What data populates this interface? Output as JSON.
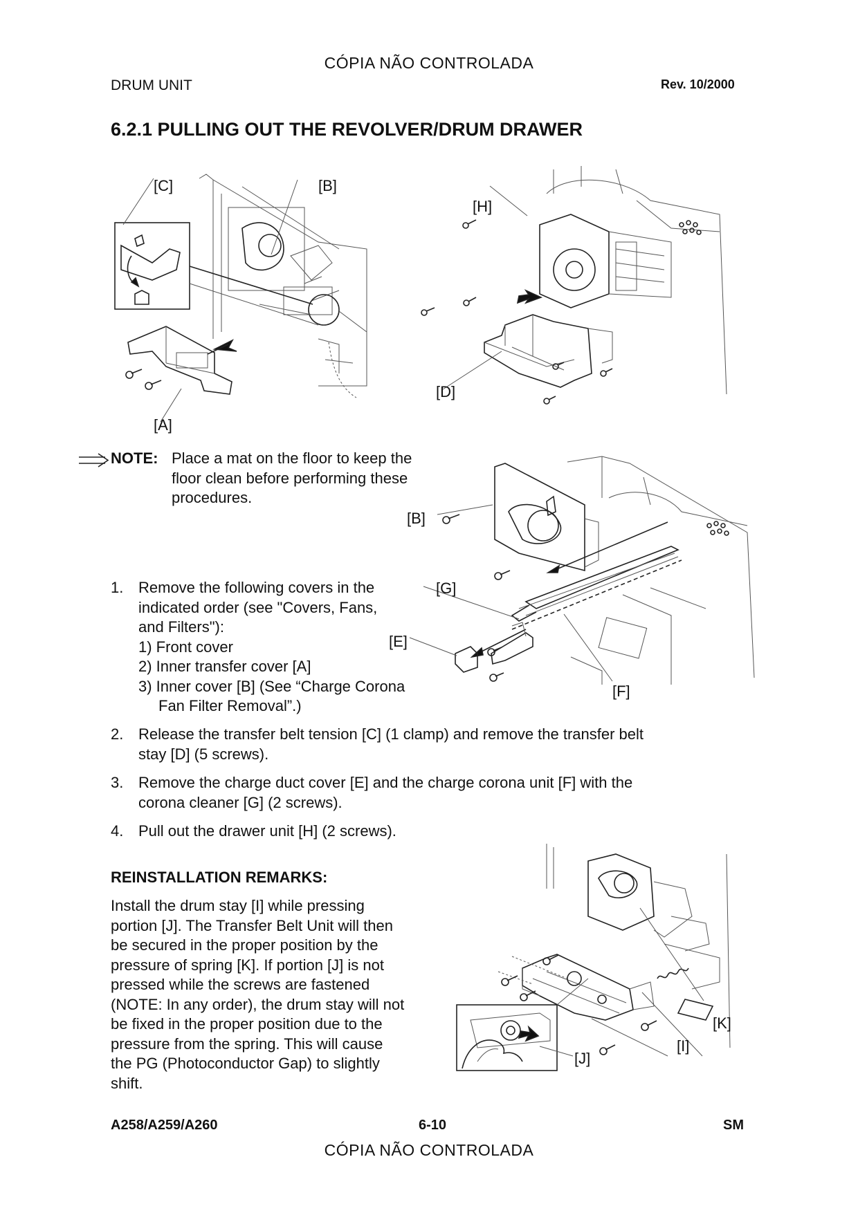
{
  "watermark": {
    "top": "CÓPIA NÃO CONTROLADA",
    "bottom": "CÓPIA NÃO CONTROLADA"
  },
  "header": {
    "section": "DRUM UNIT",
    "revision": "Rev. 10/2000"
  },
  "title": "6.2.1  PULLING OUT THE REVOLVER/DRUM DRAWER",
  "figure1": {
    "labels": {
      "c": "[C]",
      "b": "[B]",
      "a": "[A]"
    }
  },
  "figure2": {
    "labels": {
      "h": "[H]",
      "d": "[D]"
    }
  },
  "figure3": {
    "labels": {
      "b": "[B]",
      "g": "[G]",
      "e": "[E]",
      "f": "[F]"
    }
  },
  "figure4": {
    "labels": {
      "k": "[K]",
      "i": "[I]",
      "j": "[J]"
    }
  },
  "note": {
    "label": "NOTE:",
    "lines": [
      "Place a mat on the floor to keep the",
      "floor clean before performing these",
      "procedures."
    ]
  },
  "steps": {
    "s1": {
      "num": "1.",
      "lines": [
        "Remove the following covers in the",
        "indicated order (see \"Covers, Fans,",
        "and Filters\"):"
      ],
      "sub": [
        "1) Front cover",
        "2) Inner transfer cover [A]",
        "3) Inner cover [B] (See “Charge Corona",
        "Fan Filter Removal”.)"
      ]
    },
    "s2": {
      "num": "2.",
      "lines": [
        "Release the transfer belt tension [C] (1 clamp) and remove the transfer belt",
        "stay [D] (5 screws)."
      ]
    },
    "s3": {
      "num": "3.",
      "lines": [
        "Remove the charge duct cover [E] and the charge corona unit [F] with the",
        "corona cleaner [G] (2 screws)."
      ]
    },
    "s4": {
      "num": "4.",
      "lines": [
        "Pull out the drawer unit [H] (2 screws)."
      ]
    }
  },
  "reinstall": {
    "heading": "REINSTALLATION REMARKS:",
    "lines": [
      "Install the drum stay [I] while pressing",
      "portion [J]. The Transfer Belt Unit will then",
      "be secured in the proper position by the",
      "pressure of spring [K]. If portion [J] is not",
      "pressed while the screws are fastened",
      "(NOTE: In any order), the drum stay will not",
      "be fixed in the proper position due to the",
      "pressure from the spring. This will cause",
      "the PG (Photoconductor Gap) to slightly",
      "shift."
    ]
  },
  "footer": {
    "model": "A258/A259/A260",
    "page": "6-10",
    "manual": "SM"
  }
}
